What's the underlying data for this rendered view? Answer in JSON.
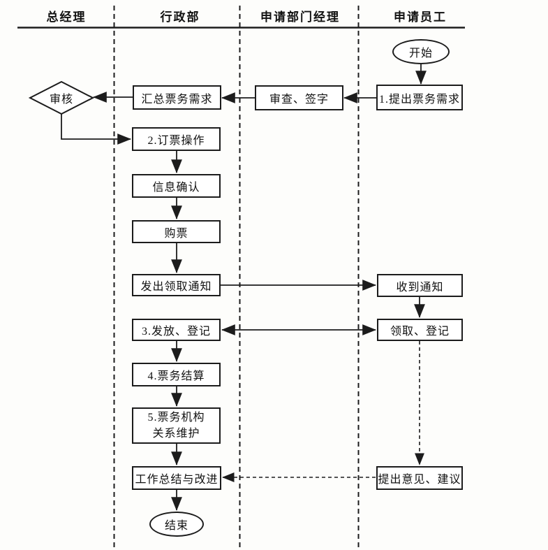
{
  "diagram": {
    "kind": "swimlane-flowchart",
    "lanes": [
      {
        "label": "总经理"
      },
      {
        "label": "行政部"
      },
      {
        "label": "申请部门经理"
      },
      {
        "label": "申请员工"
      }
    ],
    "nodes": {
      "start": "开始",
      "request": "1.提出票务需求",
      "review": "审查、签字",
      "summarize": "汇总票务需求",
      "audit": "审核",
      "booking": "2.订票操作",
      "confirm": "信息确认",
      "purchase": "购票",
      "notify": "发出领取通知",
      "receive_notice": "收到通知",
      "distribute": "3.发放、登记",
      "collect": "领取、登记",
      "settle": "4.票务结算",
      "maintain_line1": "5.票务机构",
      "maintain_line2": "关系维护",
      "improve": "工作总结与改进",
      "suggest": "提出意见、建议",
      "end": "结束"
    },
    "colors": {
      "line": "#1c1c1c",
      "background": "#fdfdfb",
      "node_fill": "#ffffff",
      "text": "#111111"
    }
  }
}
